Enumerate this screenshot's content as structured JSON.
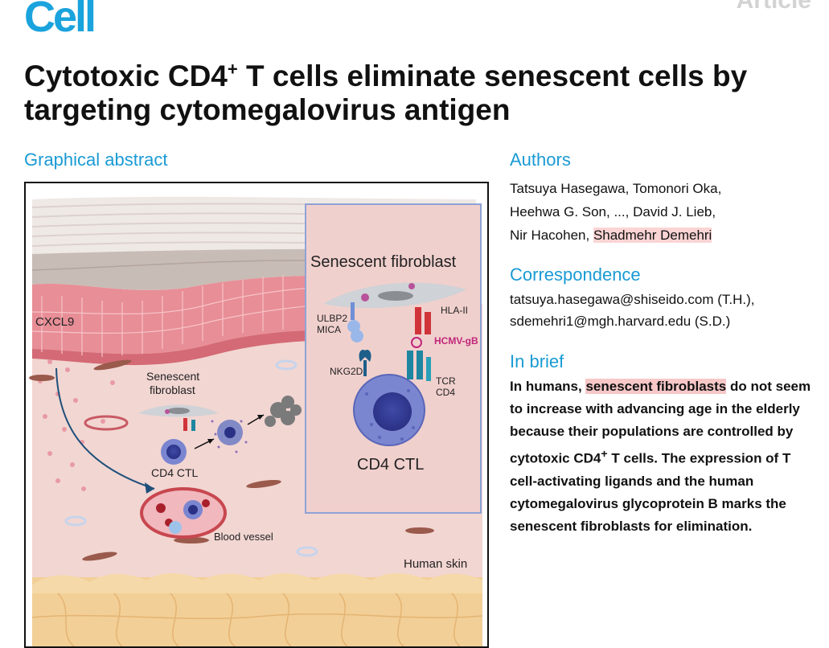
{
  "journal": {
    "logo": "Cell",
    "article_type": "Article"
  },
  "title": {
    "main": "Cytotoxic CD4",
    "superscript": "+",
    "rest": " T cells eliminate senescent cells by targeting cytomegalovirus antigen"
  },
  "graphical_abstract": {
    "heading": "Graphical abstract",
    "labels": {
      "cxcl9": "CXCL9",
      "senescent_fibroblast_small": [
        "Senescent",
        "fibroblast"
      ],
      "cd4_ctl_small": "CD4 CTL",
      "blood_vessel": "Blood vessel",
      "human_skin": "Human skin",
      "inset_title": "Senescent fibroblast",
      "ulbp2": "ULBP2",
      "mica": "MICA",
      "hla_ii": "HLA-II",
      "hcmv_gb": "HCMV-gB",
      "nkg2d": "NKG2D",
      "tcr": "TCR",
      "cd4": "CD4",
      "cd4_ctl_large": "CD4 CTL"
    }
  },
  "authors": {
    "heading": "Authors",
    "line1": "Tatsuya Hasegawa, Tomonori Oka,",
    "line2": "Heehwa G. Son, ..., David J. Lieb,",
    "line3_plain": "Nir Hacohen, ",
    "line3_highlight": "Shadmehr Demehri"
  },
  "correspondence": {
    "heading": "Correspondence",
    "line1": "tatsuya.hasegawa@shiseido.com (T.H.),",
    "line2": "sdemehri1@mgh.harvard.edu (S.D.)"
  },
  "in_brief": {
    "heading": "In brief",
    "pre": "In humans, ",
    "highlight": "senescent fibroblasts",
    "post1": " do not seem to increase with advancing age in the elderly because their populations are controlled by cytotoxic CD4",
    "sup": "+",
    "post2": " T cells. The expression of T cell-activating ligands and the human cytomegalovirus glycoprotein B marks the senescent fibroblasts for elimination."
  },
  "colors": {
    "brand": "#1aa3dd",
    "highlight": "#fbd4d4",
    "skin_dermis": "#f2d6d2",
    "inset_border": "#8fa2d6",
    "hcmv_label": "#c0267a"
  }
}
